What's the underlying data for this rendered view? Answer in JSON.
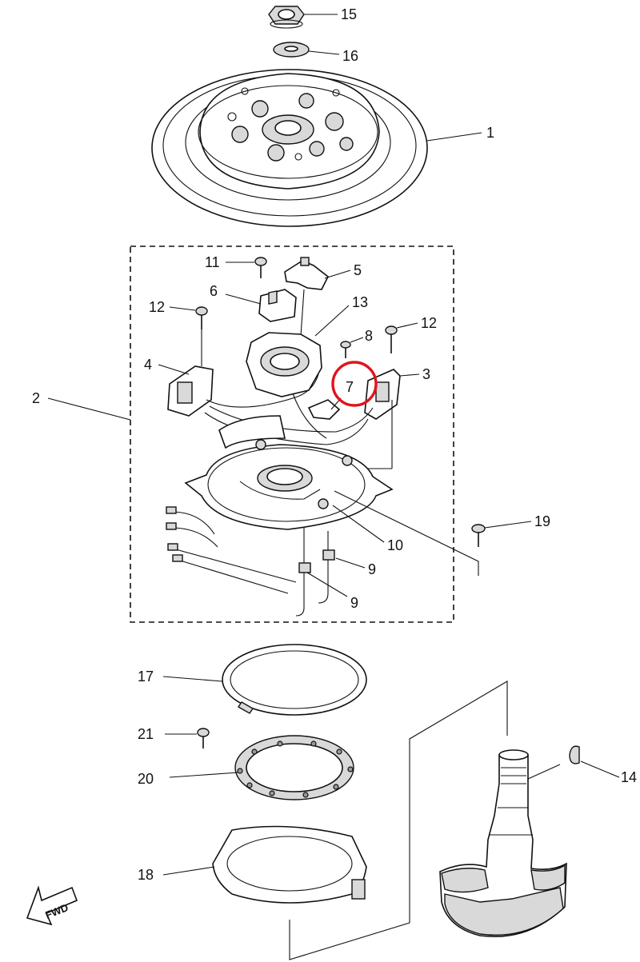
{
  "callouts": {
    "c15": "15",
    "c16": "16",
    "c1": "1",
    "c11": "11",
    "c5": "5",
    "c6": "6",
    "c12a": "12",
    "c13": "13",
    "c8": "8",
    "c12b": "12",
    "c4": "4",
    "c3": "3",
    "c7": "7",
    "c2": "2",
    "c19": "19",
    "c10": "10",
    "c9a": "9",
    "c9b": "9",
    "c17": "17",
    "c21": "21",
    "c14": "14",
    "c20": "20",
    "c18": "18"
  },
  "fwd_label": "FWD",
  "highlight": {
    "part": "7",
    "color": "#e0141e"
  }
}
